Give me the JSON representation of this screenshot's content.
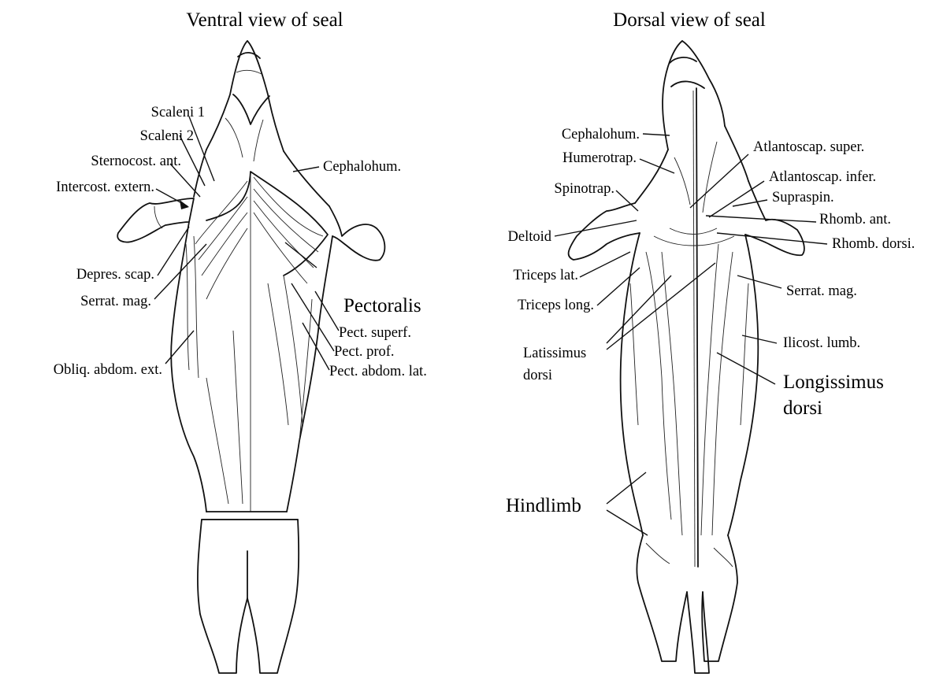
{
  "ventral": {
    "title": "Ventral view of seal",
    "labels": {
      "scaleni1": "Scaleni 1",
      "scaleni2": "Scaleni 2",
      "sternocost": "Sternocost. ant.",
      "intercost": "Intercost. extern.",
      "cephalohum": "Cephalohum.",
      "depres": "Depres. scap.",
      "serrat": "Serrat. mag.",
      "obliq": "Obliq. abdom. ext.",
      "pectoralis": "Pectoralis",
      "pect_superf": "Pect. superf.",
      "pect_prof": "Pect. prof.",
      "pect_abdom": "Pect. abdom. lat."
    }
  },
  "dorsal": {
    "title": "Dorsal view of seal",
    "labels": {
      "cephalohum": "Cephalohum.",
      "humerotrap": "Humerotrap.",
      "spinotrap": "Spinotrap.",
      "deltoid": "Deltoid",
      "triceps_lat": "Triceps lat.",
      "triceps_long": "Triceps long.",
      "latissimus_1": "Latissimus",
      "latissimus_2": "dorsi",
      "atlanto_super": "Atlantoscap. super.",
      "atlanto_infer": "Atlantoscap. infer.",
      "supraspin": "Supraspin.",
      "rhomb_ant": "Rhomb. ant.",
      "rhomb_dorsi": "Rhomb. dorsi.",
      "serrat": "Serrat. mag.",
      "ilicost": "Ilicost. lumb.",
      "longissimus_1": "Longissimus",
      "longissimus_2": "dorsi",
      "hindlimb": "Hindlimb"
    }
  }
}
